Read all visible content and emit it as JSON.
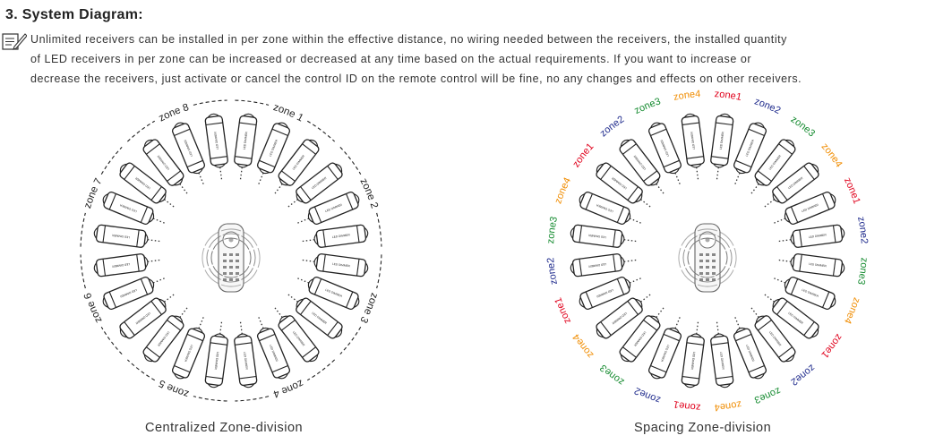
{
  "section_heading": "3.  System Diagram:",
  "description_lines": [
    "Unlimited receivers can be installed in per zone within the effective distance, no wiring needed between the receivers, the installed quantity",
    "of LED receivers in per zone can be increased or decreased at any time based on the actual requirements. If you want to increase or",
    "decrease the receivers, just activate or cancel the control ID on the remote control will be fine, no any changes and effects on other receivers."
  ],
  "receiver_label": "LED DIMMER",
  "left_diagram": {
    "caption": "Centralized Zone-division",
    "zones": [
      {
        "label": "zone 1"
      },
      {
        "label": "zone 2"
      },
      {
        "label": "zone 3"
      },
      {
        "label": "zone 4"
      },
      {
        "label": "zone 5"
      },
      {
        "label": "zone 6"
      },
      {
        "label": "zone 7"
      },
      {
        "label": "zone 8"
      }
    ]
  },
  "right_diagram": {
    "caption": "Spacing Zone-division",
    "zone_colors": {
      "zone1": "#e0001b",
      "zone2": "#1e2a8c",
      "zone3": "#138a2e",
      "zone4": "#f08c00"
    },
    "zone_labels": [
      "zone1",
      "zone2",
      "zone3",
      "zone4",
      "zone1",
      "zone2",
      "zone3",
      "zone4",
      "zone1",
      "zone2",
      "zone3",
      "zone4",
      "zone1",
      "zone2",
      "zone3",
      "zone4",
      "zone1",
      "zone2",
      "zone3",
      "zone4",
      "zone1",
      "zone2",
      "zone3",
      "zone4"
    ]
  },
  "icons": [
    "note-pencil-icon",
    "remote-control-icon",
    "wireless-signal-icon",
    "led-receiver-icon"
  ]
}
